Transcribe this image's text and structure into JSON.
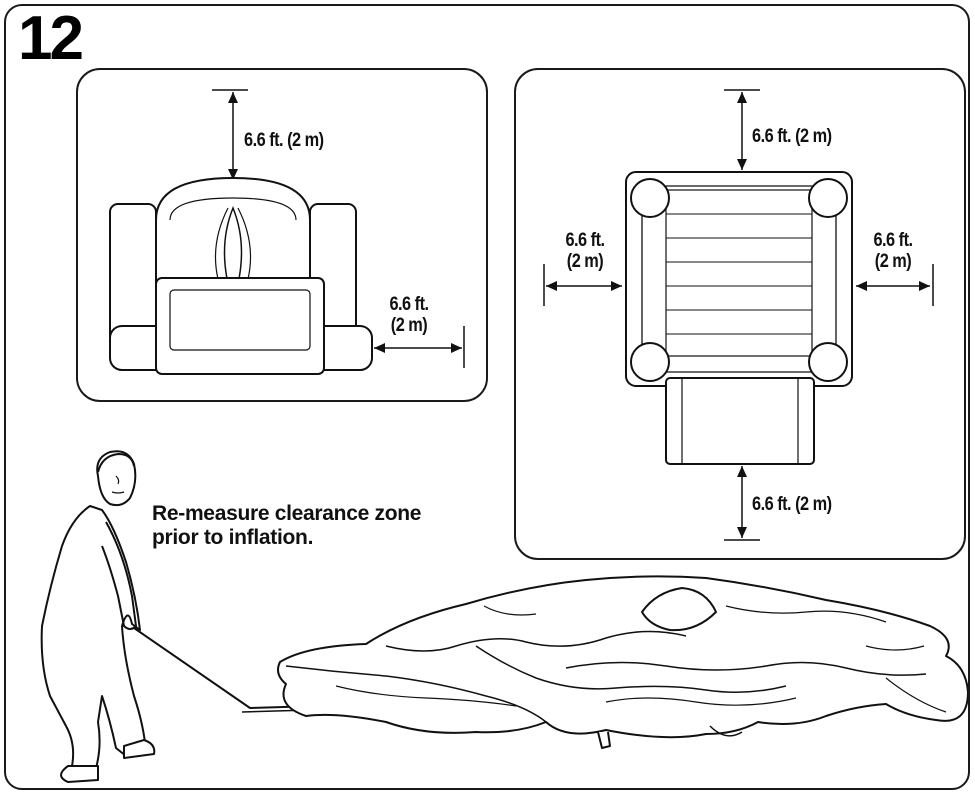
{
  "step": {
    "number": "12"
  },
  "side_view": {
    "clearance_top": "6.6 ft. (2 m)",
    "clearance_side_line1": "6.6 ft.",
    "clearance_side_line2": "(2 m)"
  },
  "top_view": {
    "clearance_top": "6.6 ft. (2 m)",
    "clearance_left_line1": "6.6 ft.",
    "clearance_left_line2": "(2 m)",
    "clearance_right_line1": "6.6 ft.",
    "clearance_right_line2": "(2 m)",
    "clearance_bottom": "6.6 ft. (2 m)"
  },
  "instruction": {
    "text": "Re-measure clearance zone\nprior to inflation."
  }
}
